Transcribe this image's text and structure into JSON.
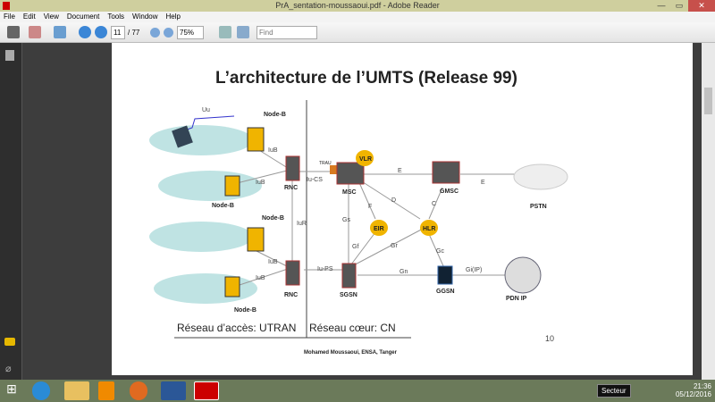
{
  "window": {
    "title": "PrA_sentation-moussaoui.pdf - Adobe Reader",
    "min": "—",
    "max": "▭",
    "close": "✕"
  },
  "menu": [
    "File",
    "Edit",
    "View",
    "Document",
    "Tools",
    "Window",
    "Help"
  ],
  "toolbar": {
    "page_current": "11",
    "page_total": "/ 77",
    "zoom": "75%",
    "find_placeholder": "Find"
  },
  "slide": {
    "title": "L’architecture de l’UMTS (Release 99)",
    "access_label": "Réseau d’accès: UTRAN",
    "core_label": "Réseau cœur: CN",
    "page_number": "10",
    "footer": "Mohamed Moussaoui, ENSA, Tanger",
    "nodes": {
      "nodeb": "Node-B",
      "rnc": "RNC",
      "msc": "MSC",
      "vlr": "VLR",
      "trau": "TRAU",
      "gmsc": "GMSC",
      "eir": "EIR",
      "hlr": "HLR",
      "sgsn": "SGSN",
      "ggsn": "GGSN",
      "pstn": "PSTN",
      "pdn": "PDN  IP"
    },
    "links": {
      "uu": "Uu",
      "iub": "IuB",
      "iur": "IuR",
      "iucs": "Iu-CS",
      "iups": "Iu-PS",
      "e": "E",
      "d": "D",
      "c": "C",
      "f": "F",
      "gs": "Gs",
      "gf": "Gf",
      "gr": "Gr",
      "gc": "Gc",
      "gn": "Gn",
      "gi": "Gi(IP)"
    }
  },
  "taskbar": {
    "tooltip": "Secteur",
    "time": "21:36",
    "date": "05/12/2016",
    "apps": [
      "ie",
      "explorer",
      "vlc",
      "firefox",
      "word",
      "adobe-reader"
    ]
  },
  "colors": {
    "titlebar": "#cfcf9e",
    "taskbar": "#6b7a5a",
    "cell": "#bfe3e3",
    "equipment": "#f0b400"
  }
}
